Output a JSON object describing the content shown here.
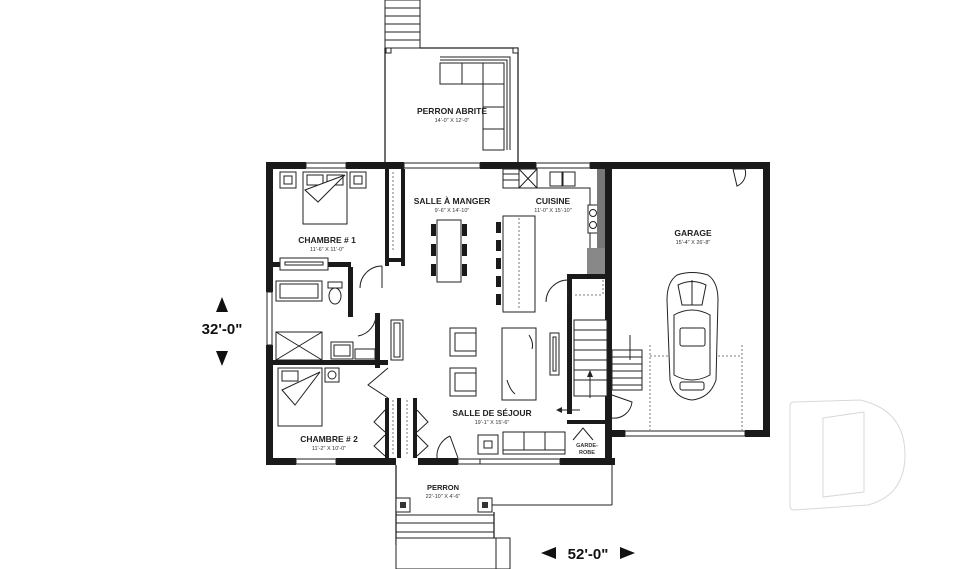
{
  "plan": {
    "rooms": [
      {
        "id": "perron-abrite",
        "name": "PERRON ABRITÉ",
        "dimensions": "14'-0\" X 12'-0\""
      },
      {
        "id": "chambre-1",
        "name": "CHAMBRE # 1",
        "dimensions": "11'-6\" X 11'-0\""
      },
      {
        "id": "salle-a-manger",
        "name": "SALLE À MANGER",
        "dimensions": "9'-6\" X 14'-10\""
      },
      {
        "id": "cuisine",
        "name": "CUISINE",
        "dimensions": "11'-0\" X 15'-10\""
      },
      {
        "id": "garage",
        "name": "GARAGE",
        "dimensions": "15'-4\" X 26'-8\""
      },
      {
        "id": "salle-de-sejour",
        "name": "SALLE DE SÉJOUR",
        "dimensions": "19'-1\" X 15'-6\""
      },
      {
        "id": "chambre-2",
        "name": "CHAMBRE # 2",
        "dimensions": "11'-2\" X 10'-0\""
      },
      {
        "id": "garde-robe",
        "name": "GARDE-",
        "name2": "ROBE"
      },
      {
        "id": "perron",
        "name": "PERRON",
        "dimensions": "22'-10\" X 4'-6\""
      }
    ],
    "overall": {
      "depth": "32'-0\"",
      "width": "52'-0\""
    }
  },
  "colors": {
    "wall": "#1a1a1a",
    "line": "#222222",
    "logo": "#d8d8d8"
  }
}
